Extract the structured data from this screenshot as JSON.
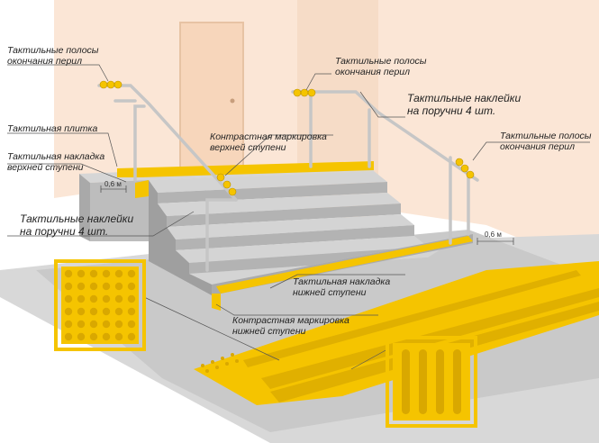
{
  "labels": {
    "handrail_end_left": [
      "Тактильные полосы",
      "окончания перил"
    ],
    "tactile_tile": [
      "Тактильная плитка"
    ],
    "top_step_overlay": [
      "Тактильная накладка",
      "верхней ступени"
    ],
    "stickers_left": [
      "Тактильные наклейки",
      "на поручни 4 шт."
    ],
    "contrast_top": [
      "Контрастная маркировка",
      "верхней ступени"
    ],
    "handrail_end_center": [
      "Тактильные полосы",
      "окончания перил"
    ],
    "stickers_right": [
      "Тактильные наклейки",
      "на поручни 4 шт."
    ],
    "handrail_end_right": [
      "Тактильные полосы",
      "окончания перил"
    ],
    "bottom_step_overlay": [
      "Тактильная накладка",
      "нижней ступени"
    ],
    "contrast_bottom": [
      "Контрастная маркировка",
      "нижней ступени"
    ]
  },
  "dimensions": {
    "top_offset": "0,6 м",
    "bottom_offset": "0,6 м"
  },
  "colors": {
    "yellow": "#f5c400",
    "yellow_dark": "#d9a800",
    "wall": "#fbe6d6",
    "floor": "#cfcfcf",
    "step": "#b9b9b9",
    "step_top": "#d4d4d4",
    "door": "#f7d7bd"
  }
}
